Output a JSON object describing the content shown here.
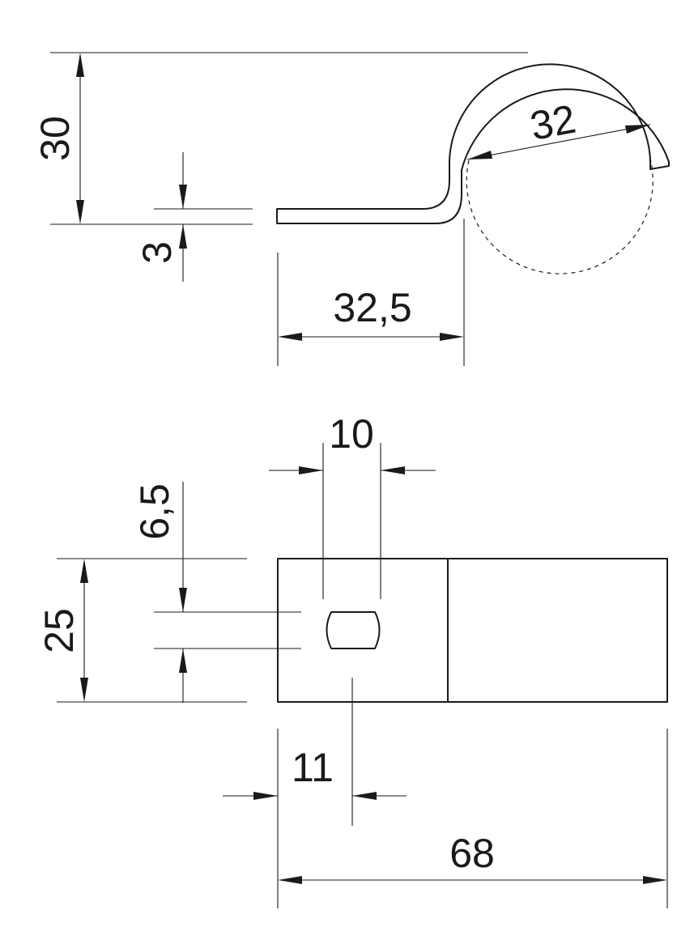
{
  "dimensions": {
    "height_total": "30",
    "thickness": "3",
    "inner_diameter": "32",
    "bend_offset": "32,5",
    "slot_length": "10",
    "slot_width": "6,5",
    "width": "25",
    "slot_edge_offset": "11",
    "length": "68"
  },
  "colors": {
    "line": "#1a1a1a",
    "background": "#ffffff"
  }
}
